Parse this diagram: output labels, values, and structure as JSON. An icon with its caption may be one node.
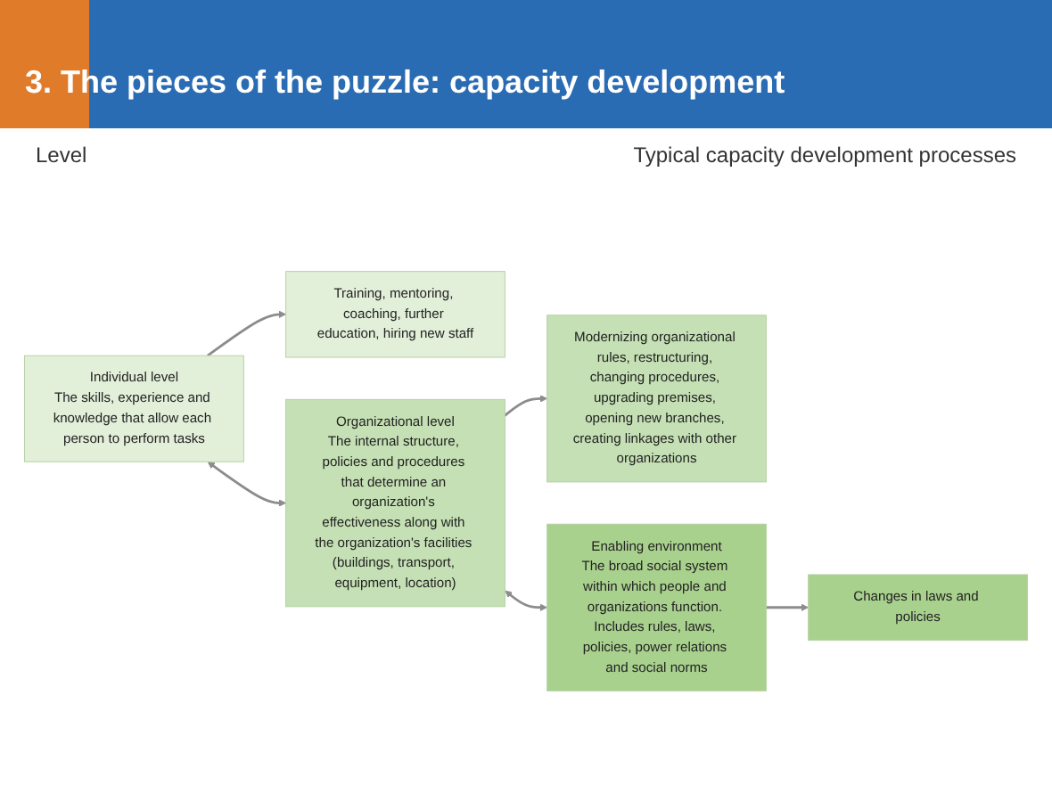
{
  "diagram": {
    "title": "3. The pieces of the puzzle: capacity development",
    "nodes": [
      {
        "text": [
          "Individual level",
          "The skills, experience and knowledge that allow each person to perform tasks"
        ]
      },
      {
        "text": [
          "Training, mentoring, coaching, further education, hiring new staff"
        ]
      },
      {
        "text": [
          "Organizational level",
          "The internal structure, policies and procedures that determine an organization's effectiveness along with the organization's facilities (buildings, transport, equipment, location)"
        ]
      },
      {
        "text": [
          "Modernizing organizational rules, restructuring, changing procedures, upgrading premises, opening new branches, creating linkages with other organizations"
        ]
      },
      {
        "text": [
          "Enabling environment",
          "The broad social system within which people and organizations function. Includes rules, laws, policies, power relations and social norms"
        ]
      },
      {
        "text": [
          "Changes in laws and policies"
        ]
      }
    ],
    "edges": [
      {
        "from": 0,
        "to": 1,
        "arrow": "to"
      },
      {
        "from": 0,
        "to": 2,
        "arrow": "both"
      },
      {
        "from": 2,
        "to": 3,
        "arrow": "to"
      },
      {
        "from": 2,
        "to": 4,
        "arrow": "both"
      },
      {
        "from": 4,
        "to": 5,
        "arrow": "to"
      }
    ],
    "labels": [
      "Level",
      "Typical capacity development processes"
    ]
  }
}
